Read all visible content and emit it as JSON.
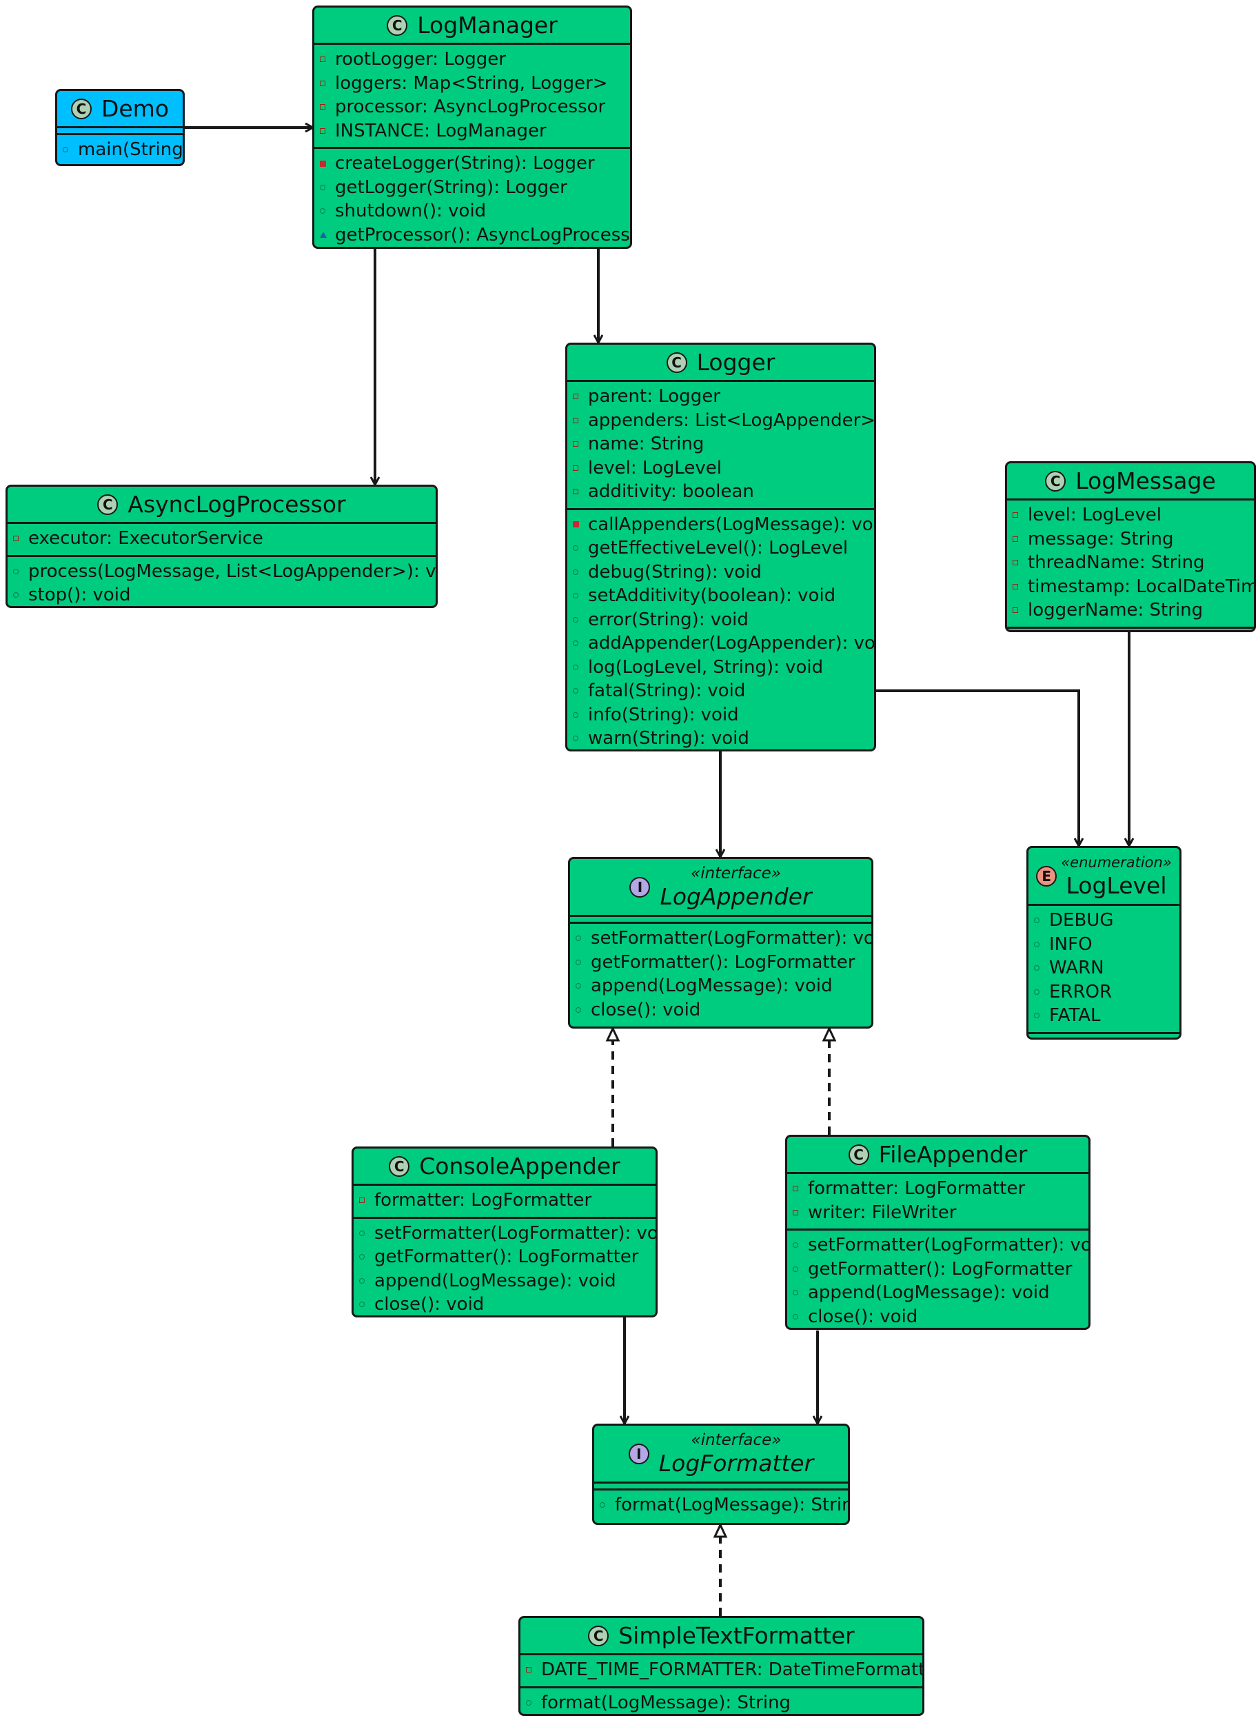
{
  "colors": {
    "class_fill": "#00CC80",
    "demo_fill": "#00BFFF",
    "border": "#181818"
  },
  "classes": {
    "log_manager": {
      "badge": "C",
      "name": "LogManager",
      "fields": [
        "rootLogger: Logger",
        "loggers: Map<String, Logger>",
        "processor: AsyncLogProcessor",
        "INSTANCE: LogManager"
      ],
      "methods": [
        "createLogger(String): Logger",
        "getLogger(String): Logger",
        "shutdown(): void",
        "getProcessor(): AsyncLogProcessor"
      ]
    },
    "demo": {
      "badge": "C",
      "name": "Demo",
      "methods": [
        "main(String)"
      ]
    },
    "logger": {
      "badge": "C",
      "name": "Logger",
      "fields": [
        "parent: Logger",
        "appenders: List<LogAppender>",
        "name: String",
        "level: LogLevel",
        "additivity: boolean"
      ],
      "methods": [
        "callAppenders(LogMessage): void",
        "getEffectiveLevel(): LogLevel",
        "debug(String): void",
        "setAdditivity(boolean): void",
        "error(String): void",
        "addAppender(LogAppender): void",
        "log(LogLevel, String): void",
        "fatal(String): void",
        "info(String): void",
        "warn(String): void"
      ]
    },
    "async_log_processor": {
      "badge": "C",
      "name": "AsyncLogProcessor",
      "fields": [
        "executor: ExecutorService"
      ],
      "methods": [
        "process(LogMessage, List<LogAppender>): void",
        "stop(): void"
      ]
    },
    "log_message": {
      "badge": "C",
      "name": "LogMessage",
      "fields": [
        "level: LogLevel",
        "message: String",
        "threadName: String",
        "timestamp: LocalDateTime",
        "loggerName: String"
      ]
    },
    "log_appender": {
      "badge": "I",
      "stereotype": "«interface»",
      "name": "LogAppender",
      "methods": [
        "setFormatter(LogFormatter): void",
        "getFormatter(): LogFormatter",
        "append(LogMessage): void",
        "close(): void"
      ]
    },
    "log_level": {
      "badge": "E",
      "stereotype": "«enumeration»",
      "name": "LogLevel",
      "fields": [
        "DEBUG",
        "INFO",
        "WARN",
        "ERROR",
        "FATAL"
      ]
    },
    "console_appender": {
      "badge": "C",
      "name": "ConsoleAppender",
      "fields": [
        "formatter: LogFormatter"
      ],
      "methods": [
        "setFormatter(LogFormatter): void",
        "getFormatter(): LogFormatter",
        "append(LogMessage): void",
        "close(): void"
      ]
    },
    "file_appender": {
      "badge": "C",
      "name": "FileAppender",
      "fields": [
        "formatter: LogFormatter",
        "writer: FileWriter"
      ],
      "methods": [
        "setFormatter(LogFormatter): void",
        "getFormatter(): LogFormatter",
        "append(LogMessage): void",
        "close(): void"
      ]
    },
    "log_formatter": {
      "badge": "I",
      "stereotype": "«interface»",
      "name": "LogFormatter",
      "methods": [
        "format(LogMessage): String"
      ]
    },
    "simple_text_formatter": {
      "badge": "C",
      "name": "SimpleTextFormatter",
      "fields": [
        "DATE_TIME_FORMATTER: DateTimeFormatter"
      ],
      "methods": [
        "format(LogMessage): String"
      ]
    }
  },
  "relations": [
    {
      "from": "Demo",
      "to": "LogManager",
      "kind": "association"
    },
    {
      "from": "LogManager",
      "to": "AsyncLogProcessor",
      "kind": "composition"
    },
    {
      "from": "LogManager",
      "to": "Logger",
      "kind": "composition"
    },
    {
      "from": "Logger",
      "to": "LogAppender",
      "kind": "composition"
    },
    {
      "from": "Logger",
      "to": "LogLevel",
      "kind": "composition"
    },
    {
      "from": "LogMessage",
      "to": "LogLevel",
      "kind": "composition"
    },
    {
      "from": "ConsoleAppender",
      "to": "LogAppender",
      "kind": "realization"
    },
    {
      "from": "FileAppender",
      "to": "LogAppender",
      "kind": "realization"
    },
    {
      "from": "ConsoleAppender",
      "to": "LogFormatter",
      "kind": "composition"
    },
    {
      "from": "FileAppender",
      "to": "LogFormatter",
      "kind": "composition"
    },
    {
      "from": "SimpleTextFormatter",
      "to": "LogFormatter",
      "kind": "realization"
    }
  ]
}
